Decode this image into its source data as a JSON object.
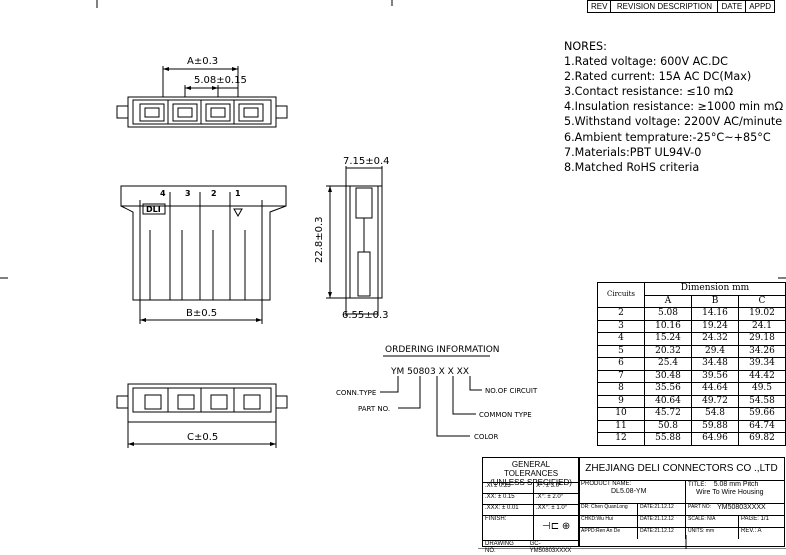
{
  "revision": {
    "headers": [
      "REV",
      "REVISION DESCRIPTION",
      "DATE",
      "APPD"
    ]
  },
  "notes": {
    "title": "NORES:",
    "items": [
      "1.Rated voltage: 600V AC.DC",
      "2.Rated current: 15A  AC DC(Max)",
      "3.Contact resistance: ≤10 mΩ",
      "4.Insulation resistance: ≥1000 min mΩ",
      "5.Withstand voltage: 2200V AC/minute",
      "6.Ambient temprature:-25°C~+85°C",
      "7.Materials:PBT UL94V-0",
      "8.Matched RoHS criteria"
    ]
  },
  "dimensions": {
    "a_pitch": "A±0.3",
    "pitch": "5.08±0.15",
    "width_b": "B±0.5",
    "width_c": "C±0.5",
    "depth": "7.15±0.4",
    "height": "22.8±0.3",
    "bottom": "6.55±0.3"
  },
  "part_marks": {
    "pins": [
      "4",
      "3",
      "2",
      "1"
    ],
    "logo": "DLI"
  },
  "ordering": {
    "title": "ORDERING INFORMATION",
    "code": "YM 50803 X  X XX",
    "conn_type": "CONN.TYPE",
    "part_no": "PART NO.",
    "color": "COLOR",
    "common_type": "COMMON TYPE",
    "no_of_circuit": "NO.OF CIRCUIT"
  },
  "dimension_table": {
    "circuits_label": "Circuits",
    "title": "Dimension  mm",
    "columns": [
      "A",
      "B",
      "C"
    ],
    "rows": [
      [
        "2",
        "5.08",
        "14.16",
        "19.02"
      ],
      [
        "3",
        "10.16",
        "19.24",
        "24.1"
      ],
      [
        "4",
        "15.24",
        "24.32",
        "29.18"
      ],
      [
        "5",
        "20.32",
        "29.4",
        "34.26"
      ],
      [
        "6",
        "25.4",
        "34.48",
        "39.34"
      ],
      [
        "7",
        "30.48",
        "39.56",
        "44.42"
      ],
      [
        "8",
        "35.56",
        "44.64",
        "49.5"
      ],
      [
        "9",
        "40.64",
        "49.72",
        "54.58"
      ],
      [
        "10",
        "45.72",
        "54.8",
        "59.66"
      ],
      [
        "11",
        "50.8",
        "59.88",
        "64.74"
      ],
      [
        "12",
        "55.88",
        "64.96",
        "69.82"
      ]
    ]
  },
  "title_block": {
    "tolerances_title": "GENERAL TOLERANCES (UNLESS SPECIFIED)",
    "tol_rows": [
      [
        ".X:  ± 0.25",
        "X°:  ± 3.0°"
      ],
      [
        ".XX:  ± 0.15",
        ".X°:  ± 2.0°"
      ],
      [
        ".XXX: ± 0.01",
        ".XX°: ± 1.0°"
      ]
    ],
    "finish": "FINISH:",
    "drawing_no_label": "DRAWING NO:",
    "drawing_no": "GC-YM50803XXXX",
    "company": "ZHEJIANG DELI CONNECTORS CO .,LTD",
    "product_name_label": "PRODUCT NAME:",
    "product_name": "DL5.08-YM",
    "title_label": "TITLE:",
    "title_line1": "5.08 mm Pitch",
    "title_line2": "Wire To Wire  Housing",
    "dr": "DR: Chen QuanLong",
    "dr_date": "DATE:21.12.12",
    "part_no_label": "PART NO:",
    "part_no": "YM50803XXXX",
    "chkd": "CHKD:Wu Hui",
    "chkd_date": "DATE:21.12.12",
    "scale": "SCALE:  N/A",
    "page": "PAGE:  1/1",
    "appd": "APPD:Ren An De",
    "appd_date": "DATE:21.12.12",
    "units": "UNITS:   mm",
    "rev": "REV.:     A"
  }
}
